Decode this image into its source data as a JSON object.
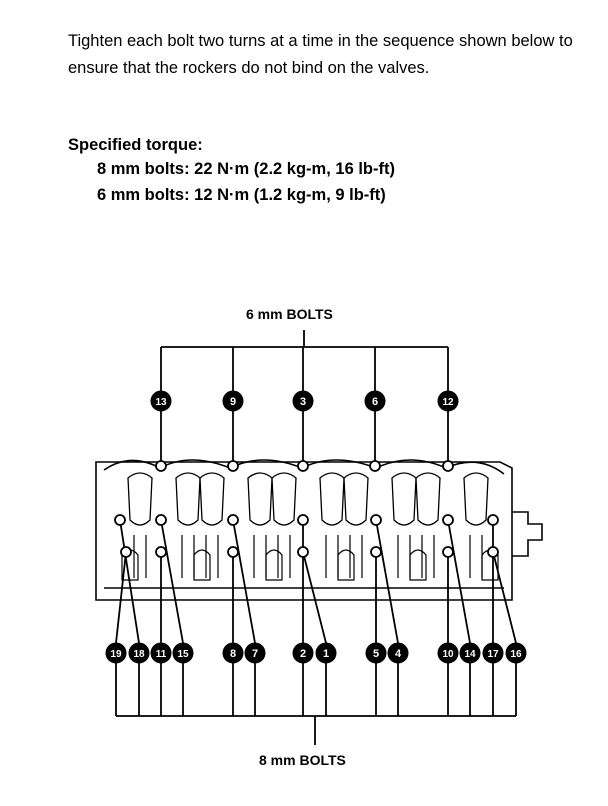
{
  "instructions": "Tighten each bolt two turns at a time in the sequence shown below to ensure that the rockers do not bind on the valves.",
  "torque": {
    "title": "Specified torque:",
    "line_8mm": "8 mm bolts: 22 N·m (2.2 kg-m, 16 lb-ft)",
    "line_6mm": "6 mm bolts: 12 N·m (1.2 kg-m, 9 lb-ft)"
  },
  "diagram": {
    "top_label": "6 mm BOLTS",
    "bottom_label": "8 mm BOLTS",
    "top_bolts": [
      "13",
      "9",
      "3",
      "6",
      "12"
    ],
    "bottom_bolts": [
      "19",
      "18",
      "11",
      "15",
      "8",
      "7",
      "2",
      "1",
      "5",
      "4",
      "10",
      "14",
      "17",
      "16"
    ],
    "colors": {
      "ink": "#000000",
      "badge_text": "#ffffff",
      "paper": "#ffffff"
    }
  }
}
